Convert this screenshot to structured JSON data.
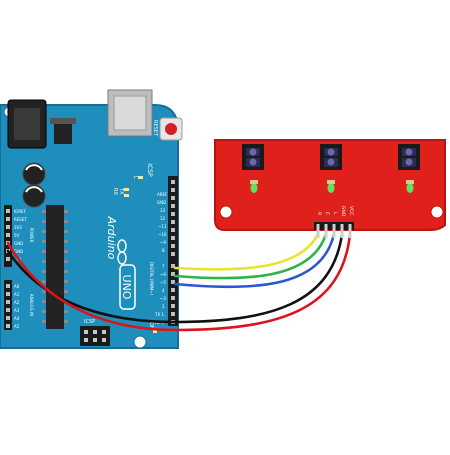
{
  "board": {
    "brand": "Arduino",
    "model": "UNO",
    "reset_label": "RESET",
    "icsp_label": "ICSP",
    "icsp2_label": "ICSP",
    "tx_label": "TX",
    "rx_label": "RX",
    "l_label": "L",
    "on_label": "ON",
    "digital_label": "DIGITAL (PWM~)",
    "power_label": "POWER",
    "analog_label": "ANALOG IN",
    "aref_label": "AREF",
    "gnd_label": "GND",
    "pin13": "13",
    "pin12": "12",
    "pin11": "~11",
    "pin10": "~10",
    "pin9": "~9",
    "pin8": "8",
    "pin7": "7",
    "pin6": "~6",
    "pin5": "~5",
    "pin4": "4",
    "pin3": "~3",
    "pin2": "2",
    "pin1": "TX 1",
    "pin0": "RX 0",
    "ioref": "IOREF",
    "reset": "RESET",
    "v33": "3V3",
    "v5": "5V",
    "gnd1": "GND",
    "gnd2": "GND",
    "vin": "VIN",
    "a0": "A0",
    "a1": "A1",
    "a2": "A2",
    "a3": "A3",
    "a4": "A4",
    "a5": "A5"
  },
  "sensor": {
    "pin_r": "R",
    "pin_c": "C",
    "pin_l": "L",
    "pin_gnd": "GND",
    "pin_vcc": "VCC"
  },
  "colors": {
    "board": "#1e8fbd",
    "board_dark": "#156f94",
    "sensor": "#e0201b",
    "sensor_dark": "#b81510",
    "wire_yellow": "#e8e233",
    "wire_green": "#2db34a",
    "wire_blue": "#2c55d6",
    "wire_black": "#111111",
    "wire_red": "#d9151b",
    "led_green": "#5de35d"
  }
}
